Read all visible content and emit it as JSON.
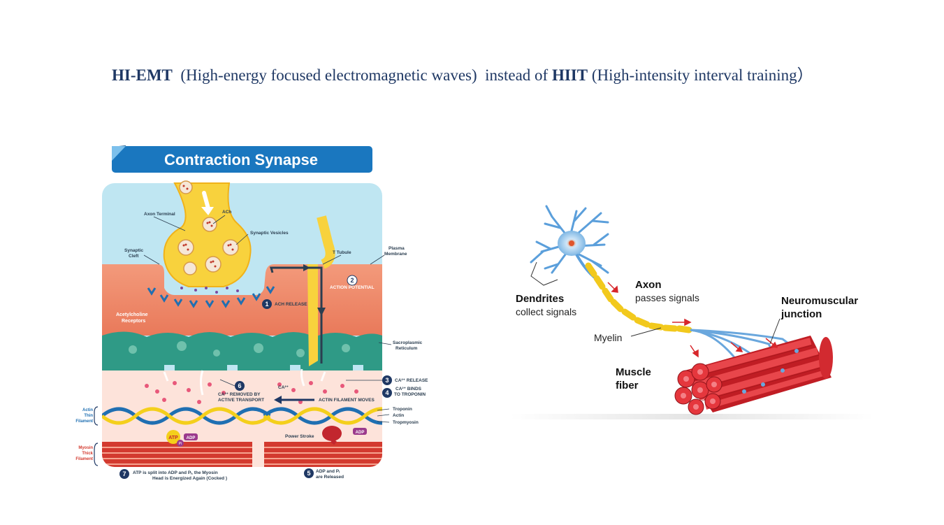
{
  "title": {
    "part1_bold": "HI-EMT",
    "part2": "(High-energy focused electromagnetic waves)",
    "part3": "instead of",
    "part4_bold": "HIIT",
    "part5": "(High-intensity interval training）"
  },
  "synapse": {
    "banner": "Contraction Synapse",
    "labels": {
      "axon_terminal": "Axon Terminal",
      "ach": "ACh",
      "synaptic_vesicles": "Synaptic Vesicles",
      "synaptic_cleft_1": "Synaptic",
      "synaptic_cleft_2": "Cleft",
      "t_tubule": "T Tubule",
      "plasma_membrane_1": "Plasma",
      "plasma_membrane_2": "Membrane",
      "action_potential": "ACTION POTENTIAL",
      "ach_release": "ACH RELEASE",
      "ach_receptors_1": "Acetylcholine",
      "ach_receptors_2": "Receptors",
      "sarcoplasmic_1": "Sacroplasmic",
      "sarcoplasmic_2": "Reticulum",
      "ca_release": "CA²⁺ RELEASE",
      "ca_binds_1": "CA²⁺ BINDS",
      "ca_binds_2": "TO TROPONIN",
      "ca_small": "CA²⁺",
      "ca_removed_1": "CA²⁺ REMOVED BY",
      "ca_removed_2": "ACTIVE TRANSPORT",
      "actin_moves": "ACTIN FILAMENT  MOVES",
      "troponin": "Troponin",
      "actin": "Actin",
      "tropomyosin": "Tropmyosin",
      "actin_thin_1": "Actin",
      "actin_thin_2": "Thin",
      "actin_thin_3": "Filament",
      "myosin_thick_1": "Myosin",
      "myosin_thick_2": "Thick",
      "myosin_thick_3": "Filament",
      "power_stroke": "Power Stroke",
      "atp": "ATP",
      "adp": "ADP",
      "pi": "Pi",
      "step7_1": "ATP is split into ADP and Pᵢ, the Myosin",
      "step7_2": "Head is Energized Again (Cocked )",
      "step5_1": "ADP and Pᵢ",
      "step5_2": "are Released"
    },
    "steps": [
      "1",
      "2",
      "3",
      "4",
      "5",
      "6",
      "7"
    ]
  },
  "neuron": {
    "dendrites_bold": "Dendrites",
    "dendrites_sub": "collect signals",
    "axon_bold": "Axon",
    "axon_sub": "passes signals",
    "myelin": "Myelin",
    "nmj_1": "Neuromuscular",
    "nmj_2": "junction",
    "muscle_1": "Muscle",
    "muscle_2": "fiber"
  },
  "colors": {
    "title": "#1f3864",
    "banner": "#1a77bf",
    "sky": "#bfe6f2",
    "tissue": "#ef8d6c",
    "reticulum": "#2f9a86",
    "cytoplasm": "#fde3da",
    "muscle": "#d7262b",
    "nerve_yellow": "#f2c91d"
  }
}
